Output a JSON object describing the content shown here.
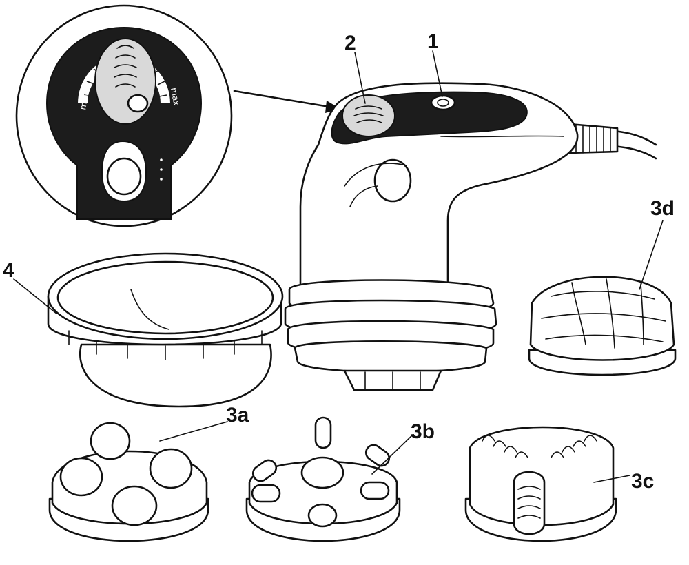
{
  "labels": {
    "part_1": "1",
    "part_2": "2",
    "part_3a": "3a",
    "part_3b": "3b",
    "part_3c": "3c",
    "part_3d": "3d",
    "part_4": "4"
  },
  "dial": {
    "min_text": "min",
    "max_text": "max"
  },
  "colors": {
    "ink": "#111111",
    "dark_panel": "#1c1c1c",
    "dial_face": "#d9d9d9",
    "paper": "#ffffff"
  }
}
